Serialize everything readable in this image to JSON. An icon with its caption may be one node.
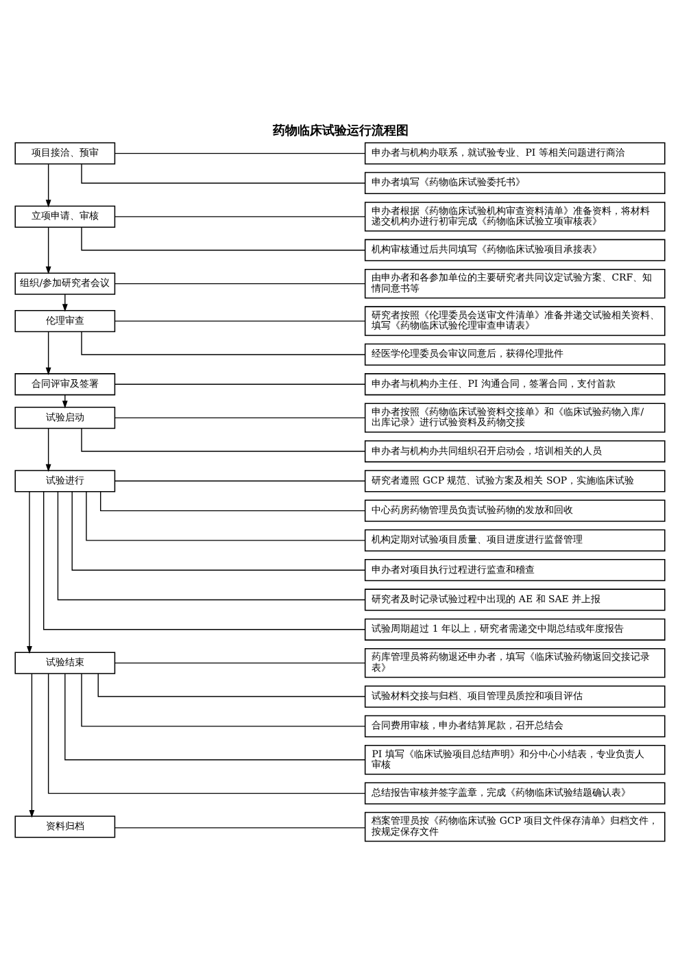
{
  "diagram": {
    "title": "药物临床试验运行流程图",
    "nodes": [
      {
        "text": [
          "项目接洽、预审"
        ]
      },
      {
        "text": [
          "申办者与机构办联系，就试验专业、PI 等相关问题进行商洽"
        ]
      },
      {
        "text": [
          "申办者填写《药物临床试验委托书》"
        ]
      },
      {
        "text": [
          "立项申请、审核"
        ]
      },
      {
        "text": [
          "申办者根据《药物临床试验机构审查资料清单》准备资料，将材料递交机构办进行初审完成《药物临床试验立项审核表》"
        ]
      },
      {
        "text": [
          "机构审核通过后共同填写《药物临床试验项目承接表》"
        ]
      },
      {
        "text": [
          "组织/参加研究者会议"
        ]
      },
      {
        "text": [
          "由申办者和各参加单位的主要研究者共同议定试验方案、CRF、知情同意书等"
        ]
      },
      {
        "text": [
          "伦理审查"
        ]
      },
      {
        "text": [
          "研究者按照《伦理委员会送审文件清单》准备并递交试验相关资料、填写《药物临床试验伦理审查申请表》"
        ]
      },
      {
        "text": [
          "经医学伦理委员会审议同意后，获得伦理批件"
        ]
      },
      {
        "text": [
          "合同评审及签署"
        ]
      },
      {
        "text": [
          "申办者与机构办主任、PI 沟通合同，签署合同，支付首款"
        ]
      },
      {
        "text": [
          "试验启动"
        ]
      },
      {
        "text": [
          "申办者按照《药物临床试验资料交接单》和《临床试验药物入库/出库记录》进行试验资料及药物交接"
        ]
      },
      {
        "text": [
          "申办者与机构办共同组织召开启动会，培训相关的人员"
        ]
      },
      {
        "text": [
          "试验进行"
        ]
      },
      {
        "text": [
          "研究者遵照 GCP 规范、试验方案及相关 SOP，实施临床试验"
        ]
      },
      {
        "text": [
          "中心药房药物管理员负责试验药物的发放和回收"
        ]
      },
      {
        "text": [
          "机构定期对试验项目质量、项目进度进行监督管理"
        ]
      },
      {
        "text": [
          "申办者对项目执行过程进行监查和稽查"
        ]
      },
      {
        "text": [
          "研究者及时记录试验过程中出现的 AE 和 SAE 并上报"
        ]
      },
      {
        "text": [
          "试验周期超过 1 年以上，研究者需递交中期总结或年度报告"
        ]
      },
      {
        "text": [
          "试验结束"
        ]
      },
      {
        "text": [
          "药库管理员将药物退还申办者，填写《临床试验药物返回交接记录表》"
        ]
      },
      {
        "text": [
          "试验材料交接与归档、项目管理员质控和项目评估"
        ]
      },
      {
        "text": [
          "合同费用审核，申办者结算尾款，召开总结会"
        ]
      },
      {
        "text": [
          "PI 填写《临床试验项目总结声明》和分中心小结表，专业负责人审核"
        ]
      },
      {
        "text": [
          "总结报告审核并签字盖章，完成《药物临床试验结题确认表》"
        ]
      },
      {
        "text": [
          "资料归档"
        ]
      },
      {
        "text": [
          "档案管理员按《药物临床试验 GCP 项目文件保存清单》归档文件，按规定保存文件"
        ]
      }
    ],
    "edges": [
      {
        "from": 0,
        "to": 1,
        "arrow": "none"
      },
      {
        "from": 0,
        "to": 2,
        "arrow": "none"
      },
      {
        "from": 0,
        "to": 3,
        "arrow": "to"
      },
      {
        "from": 3,
        "to": 4,
        "arrow": "none"
      },
      {
        "from": 3,
        "to": 5,
        "arrow": "none"
      },
      {
        "from": 3,
        "to": 6,
        "arrow": "to"
      },
      {
        "from": 6,
        "to": 7,
        "arrow": "none"
      },
      {
        "from": 6,
        "to": 8,
        "arrow": "to"
      },
      {
        "from": 8,
        "to": 9,
        "arrow": "none"
      },
      {
        "from": 8,
        "to": 10,
        "arrow": "none"
      },
      {
        "from": 8,
        "to": 11,
        "arrow": "to"
      },
      {
        "from": 11,
        "to": 12,
        "arrow": "none"
      },
      {
        "from": 11,
        "to": 13,
        "arrow": "to"
      },
      {
        "from": 13,
        "to": 14,
        "arrow": "none"
      },
      {
        "from": 13,
        "to": 15,
        "arrow": "none"
      },
      {
        "from": 13,
        "to": 16,
        "arrow": "to"
      },
      {
        "from": 16,
        "to": 17,
        "arrow": "none"
      },
      {
        "from": 16,
        "to": 18,
        "arrow": "none"
      },
      {
        "from": 16,
        "to": 19,
        "arrow": "none"
      },
      {
        "from": 16,
        "to": 20,
        "arrow": "none"
      },
      {
        "from": 16,
        "to": 21,
        "arrow": "none"
      },
      {
        "from": 16,
        "to": 22,
        "arrow": "none"
      },
      {
        "from": 16,
        "to": 23,
        "arrow": "to"
      },
      {
        "from": 23,
        "to": 24,
        "arrow": "none"
      },
      {
        "from": 23,
        "to": 25,
        "arrow": "none"
      },
      {
        "from": 23,
        "to": 26,
        "arrow": "none"
      },
      {
        "from": 23,
        "to": 27,
        "arrow": "none"
      },
      {
        "from": 23,
        "to": 28,
        "arrow": "none"
      },
      {
        "from": 23,
        "to": 29,
        "arrow": "to"
      },
      {
        "from": 29,
        "to": 30,
        "arrow": "none"
      }
    ]
  }
}
